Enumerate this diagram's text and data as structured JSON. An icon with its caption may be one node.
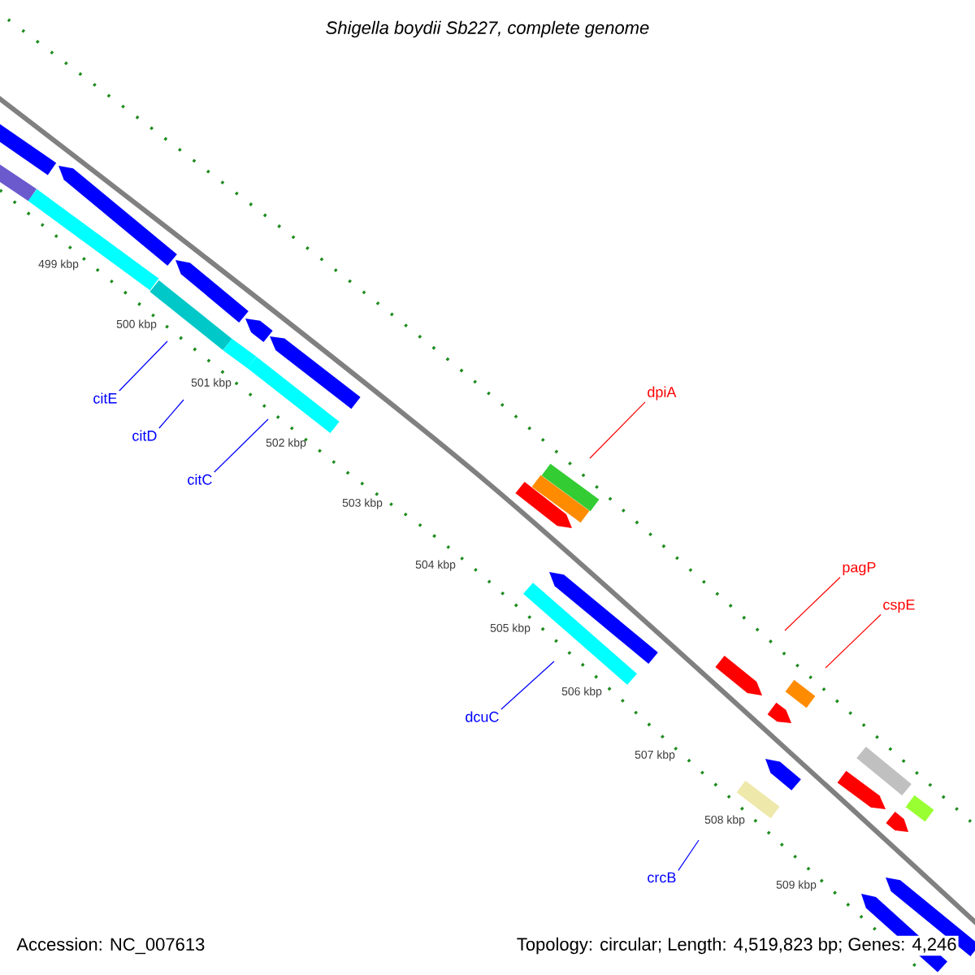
{
  "diagram": {
    "title": "*Shigella boydii Sb227, complete genome*",
    "nodes": [
      {
        "text": [
          "dpiA"
        ]
      },
      {
        "text": [
          "citE"
        ]
      },
      {
        "text": [
          "citD"
        ]
      },
      {
        "text": [
          "citC"
        ]
      },
      {
        "text": [
          "pagP"
        ]
      },
      {
        "text": [
          "cspE"
        ]
      },
      {
        "text": [
          "dcuC"
        ]
      },
      {
        "text": [
          "crcB"
        ]
      }
    ],
    "edges": [
      {
        "from": 0,
        "to": null,
        "arrow": "none",
        "color": "#ff0000"
      },
      {
        "from": 1,
        "to": null,
        "arrow": "none"
      },
      {
        "from": 2,
        "to": null,
        "arrow": "none"
      },
      {
        "from": 3,
        "to": null,
        "arrow": "none"
      },
      {
        "from": 4,
        "to": null,
        "arrow": "none",
        "color": "#ff0000"
      },
      {
        "from": 5,
        "to": null,
        "arrow": "none",
        "color": "#ff0000"
      },
      {
        "from": 6,
        "to": null,
        "arrow": "none"
      },
      {
        "from": 7,
        "to": null,
        "arrow": "none"
      }
    ],
    "labels": [
      "499 kbp",
      "500 kbp",
      "501 kbp",
      "502 kbp",
      "503 kbp",
      "504 kbp",
      "505 kbp",
      "506 kbp",
      "507 kbp",
      "508 kbp",
      "509 kbp",
      "Accession: NC_007613",
      "Topology: circular; Length: 4,519,823 bp; Genes: 4,246"
    ]
  }
}
